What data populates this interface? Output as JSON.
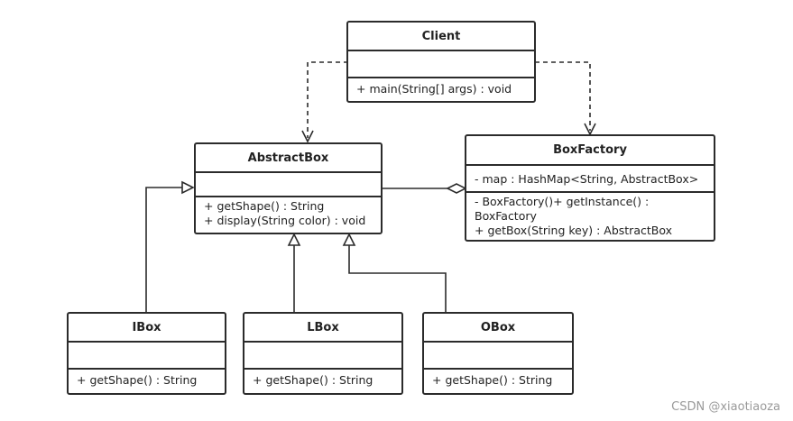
{
  "classes": {
    "client": {
      "name": "Client",
      "operations": [
        "+ main(String[] args) : void"
      ]
    },
    "abstract_box": {
      "name": "AbstractBox",
      "operations": [
        "+ getShape() : String",
        "+ display(String color) : void"
      ]
    },
    "box_factory": {
      "name": "BoxFactory",
      "attributes": [
        "- map : HashMap<String, AbstractBox>"
      ],
      "operations": [
        "- BoxFactory()+ getInstance() :",
        "BoxFactory",
        "+ getBox(String key) : AbstractBox"
      ]
    },
    "ibox": {
      "name": "IBox",
      "operations": [
        "+ getShape() : String"
      ]
    },
    "lbox": {
      "name": "LBox",
      "operations": [
        "+ getShape() : String"
      ]
    },
    "obox": {
      "name": "OBox",
      "operations": [
        "+ getShape() : String"
      ]
    }
  },
  "watermark": "CSDN @xiaotiaoza"
}
